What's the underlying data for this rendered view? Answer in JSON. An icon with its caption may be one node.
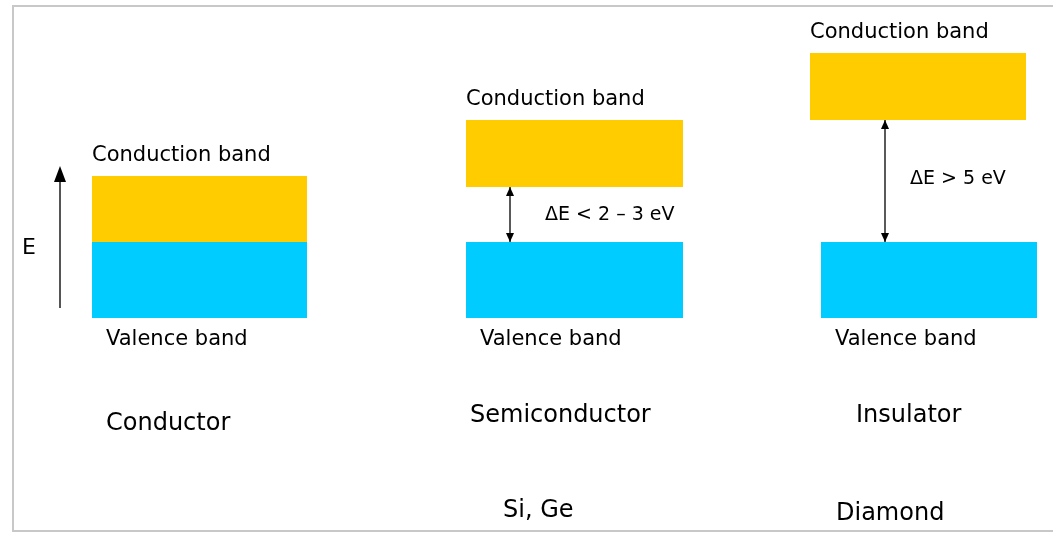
{
  "diagram": {
    "nodes": [
      {
        "text": [
          "Conduction band"
        ]
      },
      {
        "text": [
          "Valence band"
        ]
      },
      {
        "text": [
          "Conduction band"
        ]
      },
      {
        "text": [
          "Valence band"
        ]
      },
      {
        "text": [
          "Conduction band"
        ]
      },
      {
        "text": [
          "Valence band"
        ]
      }
    ],
    "edges": [
      {
        "from": 2,
        "to": 3,
        "arrow": "both",
        "label": "ΔE < 2 – 3 eV"
      },
      {
        "from": 4,
        "to": 5,
        "arrow": "both",
        "label": "ΔE > 5 eV"
      }
    ],
    "labels": [
      "E",
      "Conductor",
      "Semiconductor",
      "Insulator",
      "Si, Ge",
      "Diamond"
    ]
  }
}
